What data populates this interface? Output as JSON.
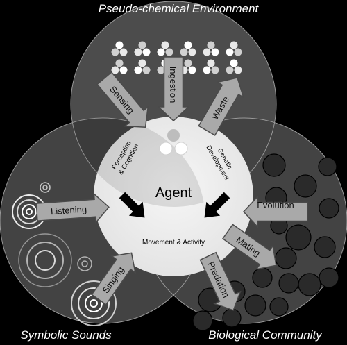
{
  "regions": {
    "top": "Pseudo-chemical Environment",
    "left": "Symbolic Sounds",
    "right": "Biological Community"
  },
  "center": {
    "title": "Agent",
    "perception_line1": "Perception",
    "perception_line2": "& Cognition",
    "genetic_line1": "Genetic",
    "genetic_line2": "Development",
    "movement": "Movement & Activity"
  },
  "arrows": {
    "sensing": "Sensing",
    "ingestion": "Ingestion",
    "waste": "Waste",
    "listening": "Listening",
    "singing": "Singing",
    "evolution": "Evolution",
    "mating": "Mating",
    "predation": "Predation"
  },
  "colors": {
    "background": "#000000",
    "circle_fill": "#8a8a8a",
    "agent_fill": "#eeeeee",
    "arrow_fill": "#a9a9a9",
    "text_light": "#ffffff",
    "text_dark": "#000000"
  }
}
